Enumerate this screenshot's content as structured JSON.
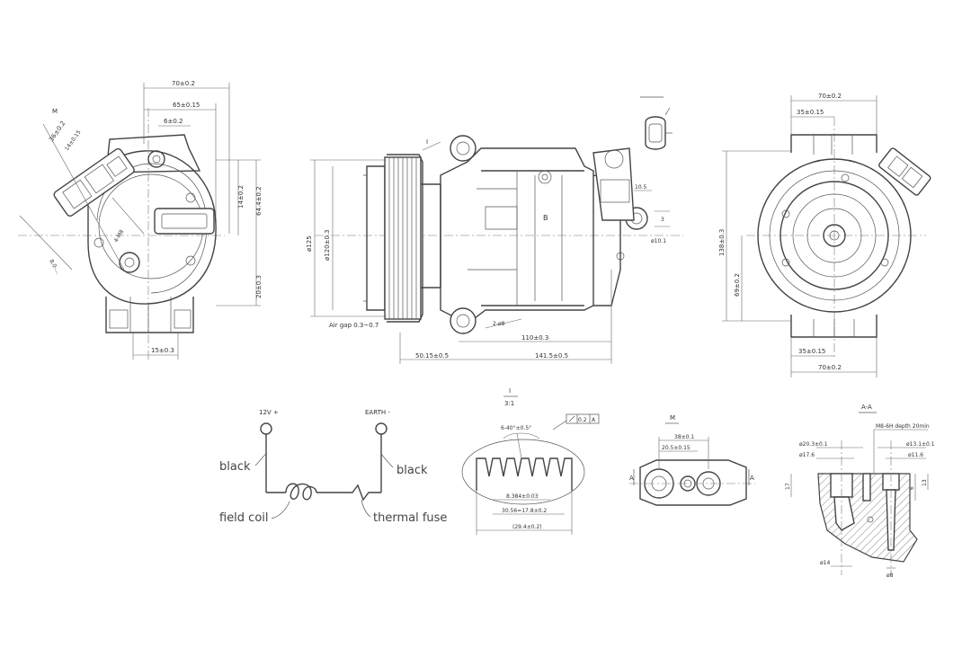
{
  "views": {
    "left": {
      "dims": [
        "70±0.2",
        "65±0.15",
        "6±0.2",
        "14±0.2",
        "64.4±0.2",
        "20±0.3",
        "15±0.3",
        "36±0.2",
        "14±0.15",
        "M",
        "4-M8",
        "8.0-..."
      ]
    },
    "side": {
      "dims": [
        "I",
        "B",
        "ø125",
        "ø120±0.3",
        "Air gap 0.3~0.7",
        "2-ø8",
        "110±0.3",
        "50.15±0.5",
        "141.5±0.5",
        "10.5",
        "3",
        "ø10.1"
      ]
    },
    "detail_b": {
      "label": "B"
    },
    "front": {
      "dims": [
        "70±0.2",
        "35±0.15",
        "138±0.3",
        "69±0.2",
        "35±0.15",
        "70±0.2"
      ]
    }
  },
  "wiring": {
    "terminal_left": "12V +",
    "terminal_right": "EARTH -",
    "wire_left": "black",
    "wire_right": "black",
    "coil": "field coil",
    "fuse": "thermal fuse"
  },
  "pulley": {
    "title": "I",
    "scale": "3:1",
    "angle": "6-40°±0.5°",
    "tol_value": "0.2",
    "tol_ref": "A",
    "dims": [
      "8.384±0.03",
      "30.56=17.8±0.2",
      "(29.4±0.2)"
    ]
  },
  "port_m": {
    "title": "M",
    "dims": [
      "38±0.1",
      "20.5±0.15"
    ],
    "section_marks": [
      "A",
      "A"
    ]
  },
  "section_aa": {
    "title": "A-A",
    "dims": [
      "M8-6H depth 20min",
      "ø20.3±0.1",
      "ø17.6",
      "ø13.1±0.1",
      "ø11.6",
      "17",
      "6",
      "13",
      "ø14",
      "ø8"
    ]
  }
}
